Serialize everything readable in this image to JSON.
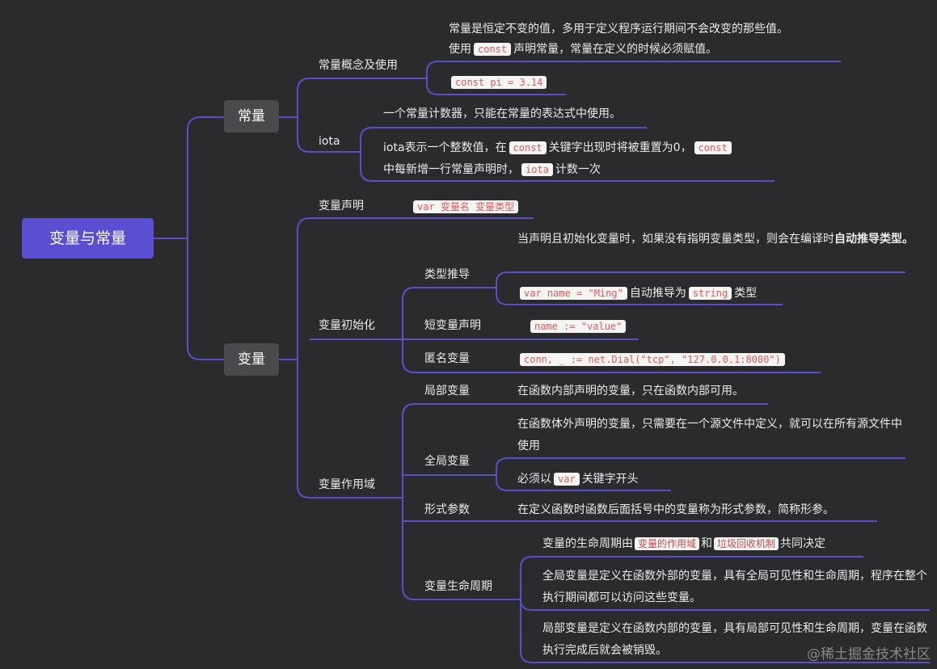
{
  "root": "变量与常量",
  "constant": {
    "label": "常量",
    "concept": {
      "label": "常量概念及使用",
      "desc1": "常量是恒定不变的值，多用于定义程序运行期间不会改变的那些值。",
      "desc2_pre": "使用",
      "desc2_code": "const",
      "desc2_post": "声明常量，常量在定义的时候必须赋值。",
      "example": "const pi = 3.14"
    },
    "iota": {
      "label": "iota",
      "desc1": "一个常量计数器，只能在常量的表达式中使用。",
      "d2_a": "iota表示一个整数值，在",
      "d2_code1": "const",
      "d2_b": "关键字出现时将被重置为0，",
      "d2_code2": "const",
      "d2_c": "中每新增一行常量声明时，",
      "d2_code3": "iota",
      "d2_d": "计数一次"
    }
  },
  "variable": {
    "label": "变量",
    "decl": {
      "label": "变量声明",
      "code": "var 变量名 变量类型"
    },
    "init": {
      "label": "变量初始化",
      "infer": {
        "label": "类型推导",
        "desc_pre": "当声明且初始化变量时，如果没有指明变量类型，则会在编译时",
        "desc_bold": "自动推导类型。",
        "code1": "var name = \"Ming\"",
        "mid": "自动推导为",
        "code2": "string",
        "post": "类型"
      },
      "short": {
        "label": "短变量声明",
        "code": "name := \"value\""
      },
      "anon": {
        "label": "匿名变量",
        "code": "conn, _ := net.Dial(\"tcp\", \"127.0.0.1:8080\")"
      }
    },
    "scope": {
      "label": "变量作用域",
      "local": {
        "label": "局部变量",
        "desc": "在函数内部声明的变量，只在函数内部可用。"
      },
      "global": {
        "label": "全局变量",
        "desc1": "在函数体外声明的变量，只需要在一个源文件中定义，就可以在所有源文件中使用",
        "desc2_pre": "必须以",
        "desc2_code": "var",
        "desc2_post": "关键字开头"
      },
      "param": {
        "label": "形式参数",
        "desc": "在定义函数时函数后面括号中的变量称为形式参数，简称形参。"
      },
      "life": {
        "label": "变量生命周期",
        "d1_pre": "变量的生命周期由",
        "d1_chip1": "变量的作用域",
        "d1_mid": "和",
        "d1_chip2": "垃圾回收机制",
        "d1_post": "共同决定",
        "d2": "全局变量是定义在函数外部的变量，具有全局可见性和生命周期，程序在整个执行期间都可以访问这些变量。",
        "d3": "局部变量是定义在函数内部的变量，具有局部可见性和生命周期，变量在函数执行完成后就会被销毁。"
      }
    }
  },
  "watermark": "@稀土掘金技术社区"
}
